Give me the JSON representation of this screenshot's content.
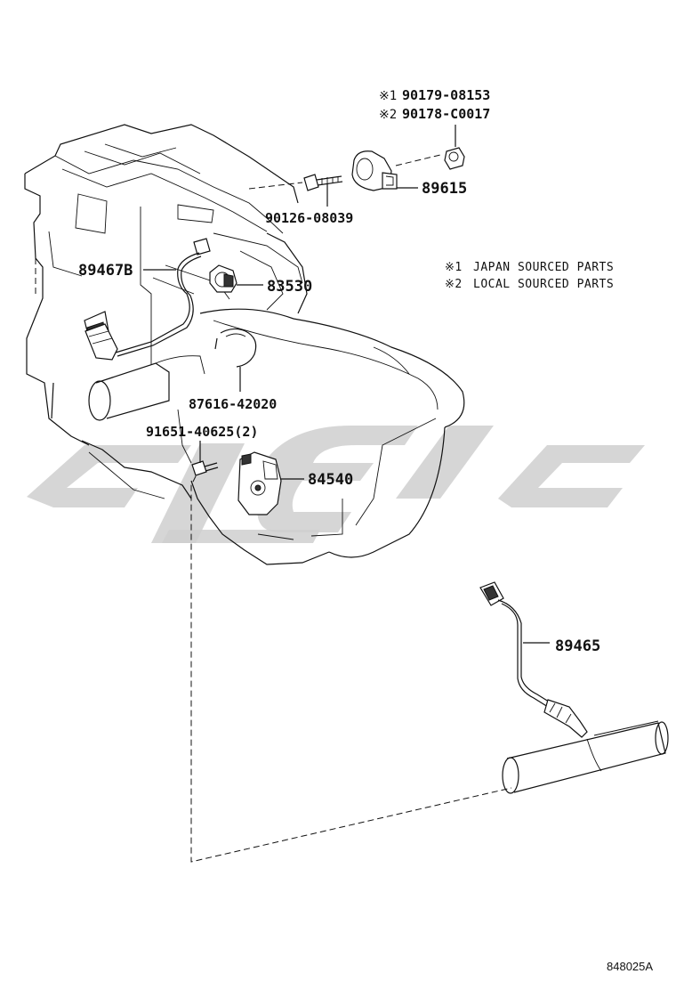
{
  "figure_id": "848025A",
  "notes": [
    {
      "mark": "※1",
      "text": "JAPAN SOURCED PARTS"
    },
    {
      "mark": "※2",
      "text": "LOCAL SOURCED PARTS"
    }
  ],
  "callouts": {
    "nut_japan": {
      "mark": "※1",
      "part_no": "90179-08153"
    },
    "nut_local": {
      "mark": "※2",
      "part_no": "90178-C0017"
    },
    "knock_sensor": "89615",
    "stud_bolt": "90126-08039",
    "oxygen_sensor_upper": "89467B",
    "oil_pressure_switch": "83530",
    "clamp": "87616-42020",
    "bolt": "91651-40625(2)",
    "neutral_start_switch": "84540",
    "oxygen_sensor_lower": "89465"
  }
}
